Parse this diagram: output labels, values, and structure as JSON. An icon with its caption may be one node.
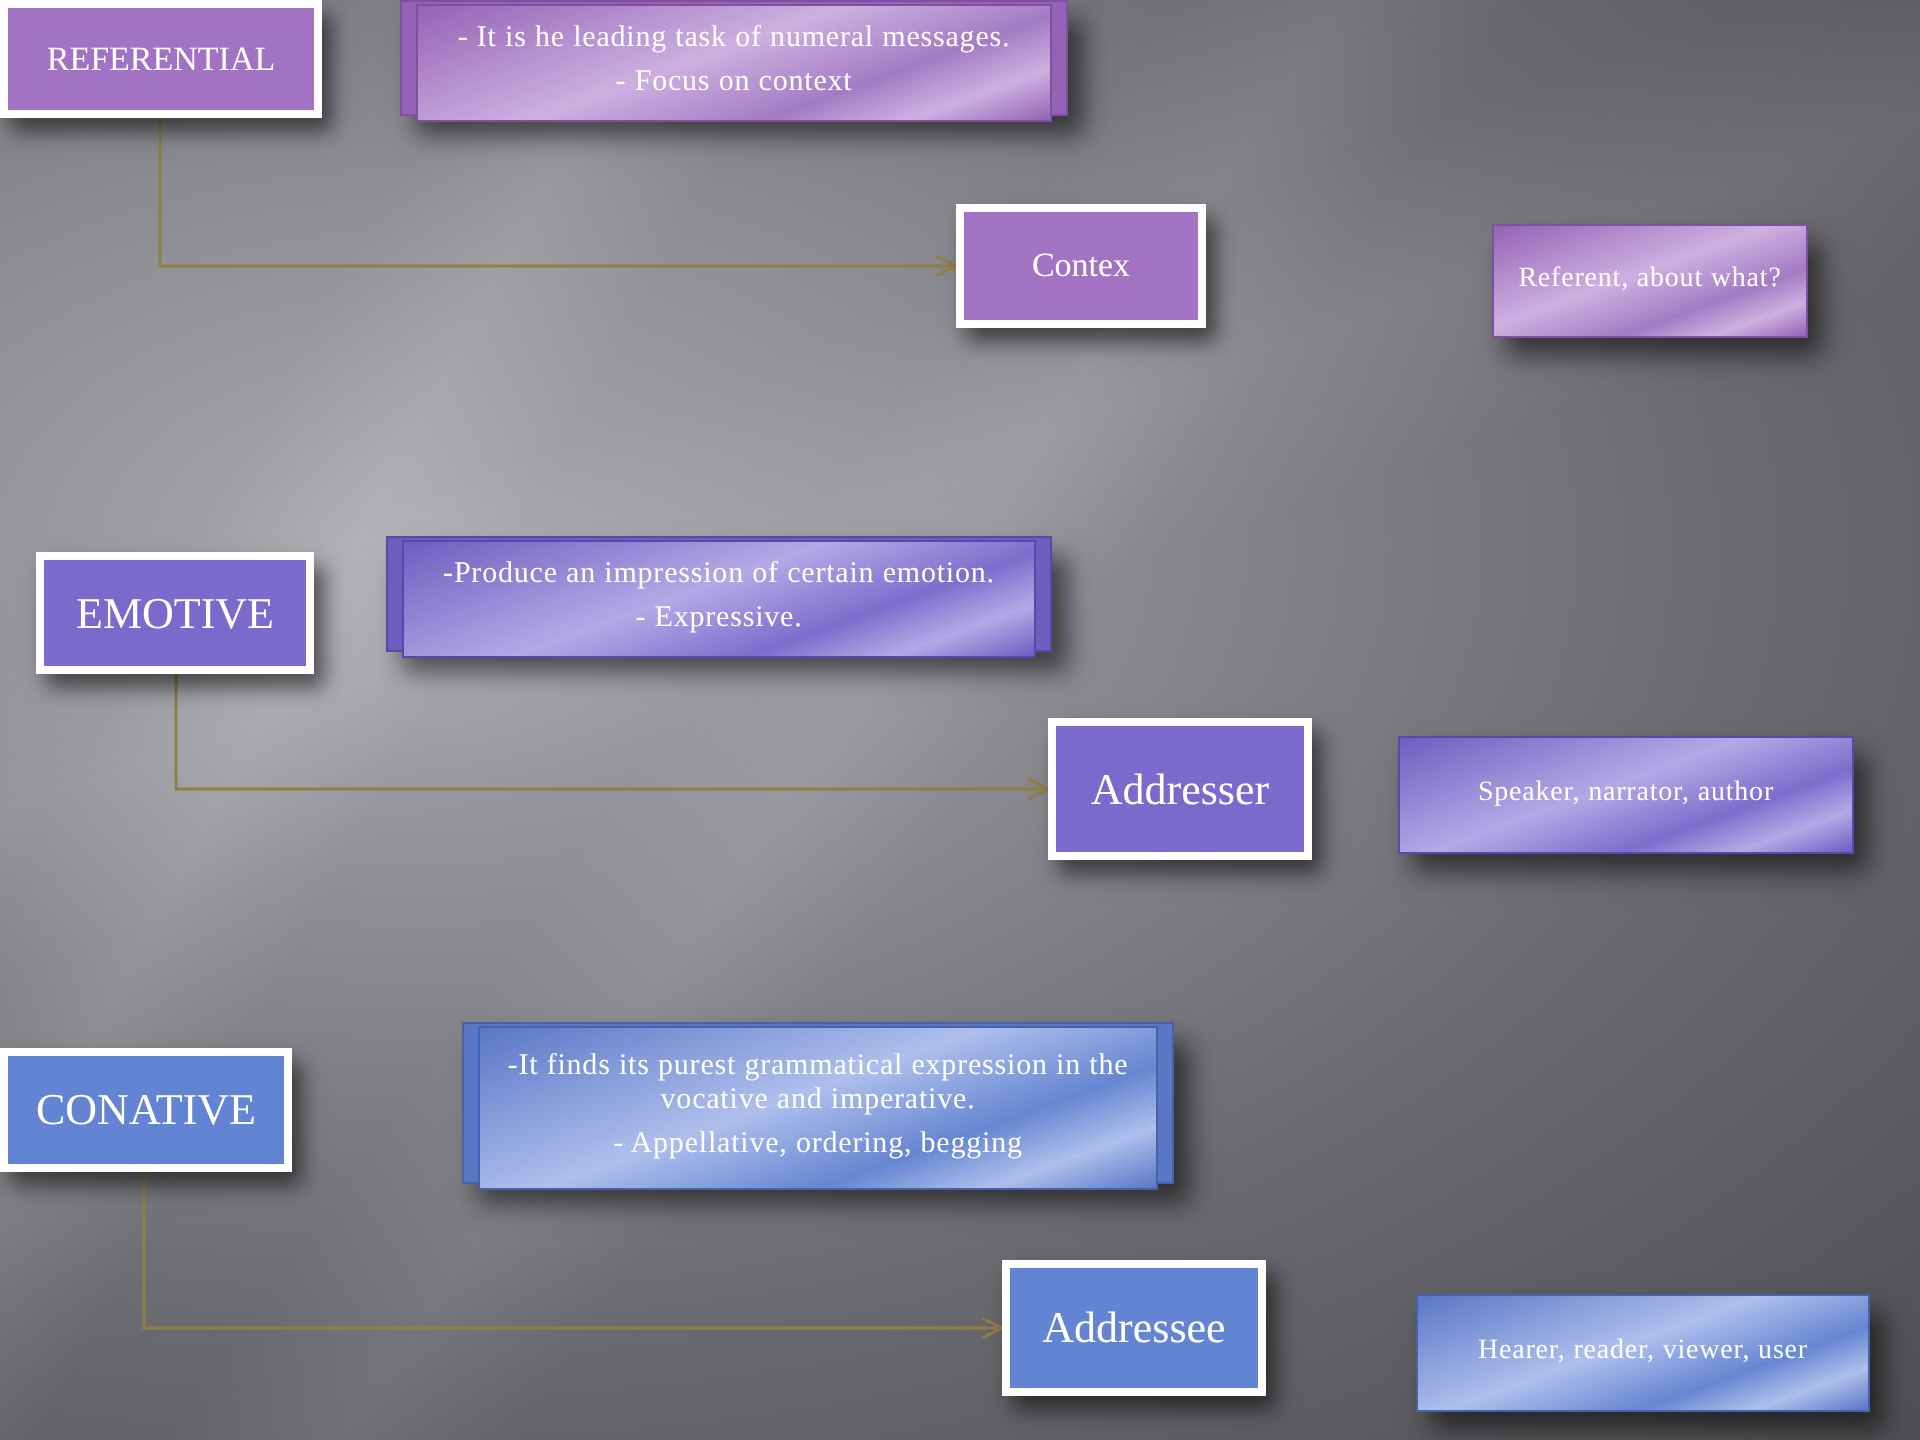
{
  "diagram": {
    "nodes": [
      {
        "text": [
          "REFERENTIAL"
        ]
      },
      {
        "text": [
          "- It is he leading task of numeral messages.",
          "- Focus on context"
        ]
      },
      {
        "text": [
          "Contex"
        ]
      },
      {
        "text": [
          "Referent, about what?"
        ]
      },
      {
        "text": [
          "EMOTIVE"
        ]
      },
      {
        "text": [
          "-Produce an impression of certain emotion.",
          "- Expressive."
        ]
      },
      {
        "text": [
          "Addresser"
        ]
      },
      {
        "text": [
          "Speaker, narrator, author"
        ]
      },
      {
        "text": [
          "CONATIVE"
        ]
      },
      {
        "text": [
          "-It finds its purest grammatical expression in the vocative and imperative.",
          "- Appellative, ordering, begging"
        ]
      },
      {
        "text": [
          "Addressee"
        ]
      },
      {
        "text": [
          "Hearer, reader, viewer, user"
        ]
      }
    ],
    "edges": [
      {
        "from": 0,
        "to": 2,
        "arrow": "to"
      },
      {
        "from": 4,
        "to": 6,
        "arrow": "to"
      },
      {
        "from": 8,
        "to": 10,
        "arrow": "to"
      }
    ]
  }
}
